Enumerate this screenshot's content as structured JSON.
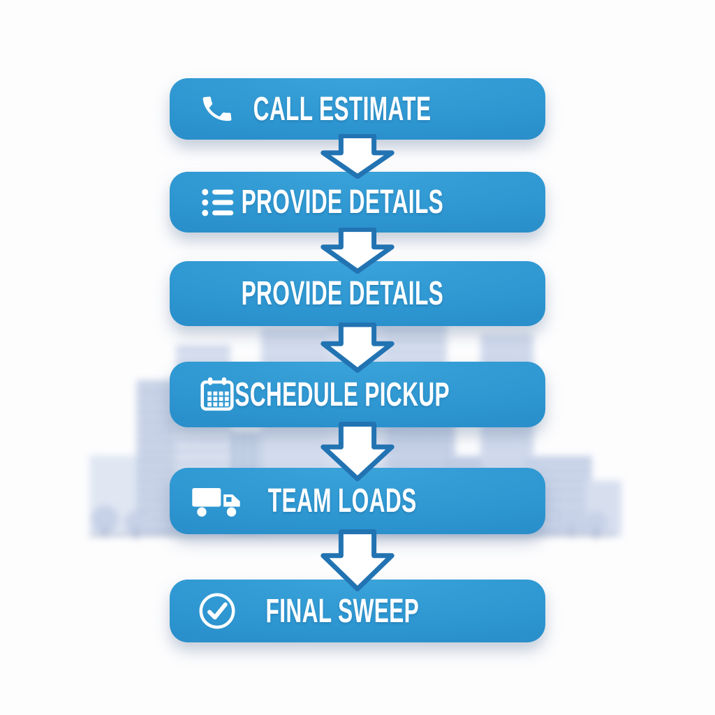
{
  "flow": {
    "steps": [
      {
        "label": "CALL ESTIMATE",
        "icon": "phone-icon"
      },
      {
        "label": "PROVIDE DETAILS",
        "icon": "checklist-icon"
      },
      {
        "label": "PROVIDE DETAILS",
        "icon": ""
      },
      {
        "label": "SCHEDULE PICKUP",
        "icon": "calendar-icon"
      },
      {
        "label": "TEAM LOADS",
        "icon": "truck-icon"
      },
      {
        "label": "FINAL SWEEP",
        "icon": "check-circle-icon"
      }
    ],
    "connector_icon": "arrow-down-icon"
  },
  "colors": {
    "step_fill": "#2c94cf",
    "step_fill_light": "#3aa3da",
    "arrow_outline": "#2273b2",
    "label_text": "#ffffff",
    "city_tint": "#c3cfe6",
    "ground_line": "#94a3bd",
    "background": "#fdfdfe"
  }
}
